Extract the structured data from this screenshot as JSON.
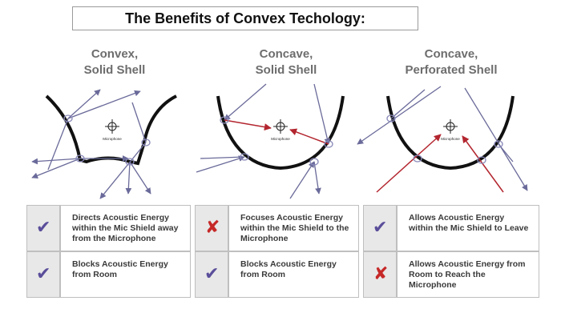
{
  "title": "The Benefits of Convex Techology:",
  "columns": [
    {
      "line1": "Convex,",
      "line2": "Solid Shell"
    },
    {
      "line1": "Concave,",
      "line2": "Solid Shell"
    },
    {
      "line1": "Concave,",
      "line2": "Perforated Shell"
    }
  ],
  "mic_label": "Microphone",
  "rows": [
    [
      {
        "icon": "check",
        "text": "Directs Acoustic Energy within the Mic Shield away from the Microphone"
      },
      {
        "icon": "cross",
        "text": "Focuses Acoustic Energy within the Mic Shield to the Microphone"
      },
      {
        "icon": "check",
        "text": "Allows Acoustic Energy within the Mic Shield to Leave"
      }
    ],
    [
      {
        "icon": "check",
        "text": "Blocks Acoustic Energy from Room"
      },
      {
        "icon": "check",
        "text": "Blocks Acoustic Energy from Room"
      },
      {
        "icon": "cross",
        "text": "Allows Acoustic Energy from Room to Reach the Microphone"
      }
    ]
  ],
  "icon_glyphs": {
    "check": "✔",
    "cross": "✘"
  },
  "colors": {
    "check": "#5a4e9a",
    "cross": "#c62828",
    "arrow_gray": "#6a6a9a",
    "arrow_red": "#b3262f",
    "shell": "#111111"
  }
}
